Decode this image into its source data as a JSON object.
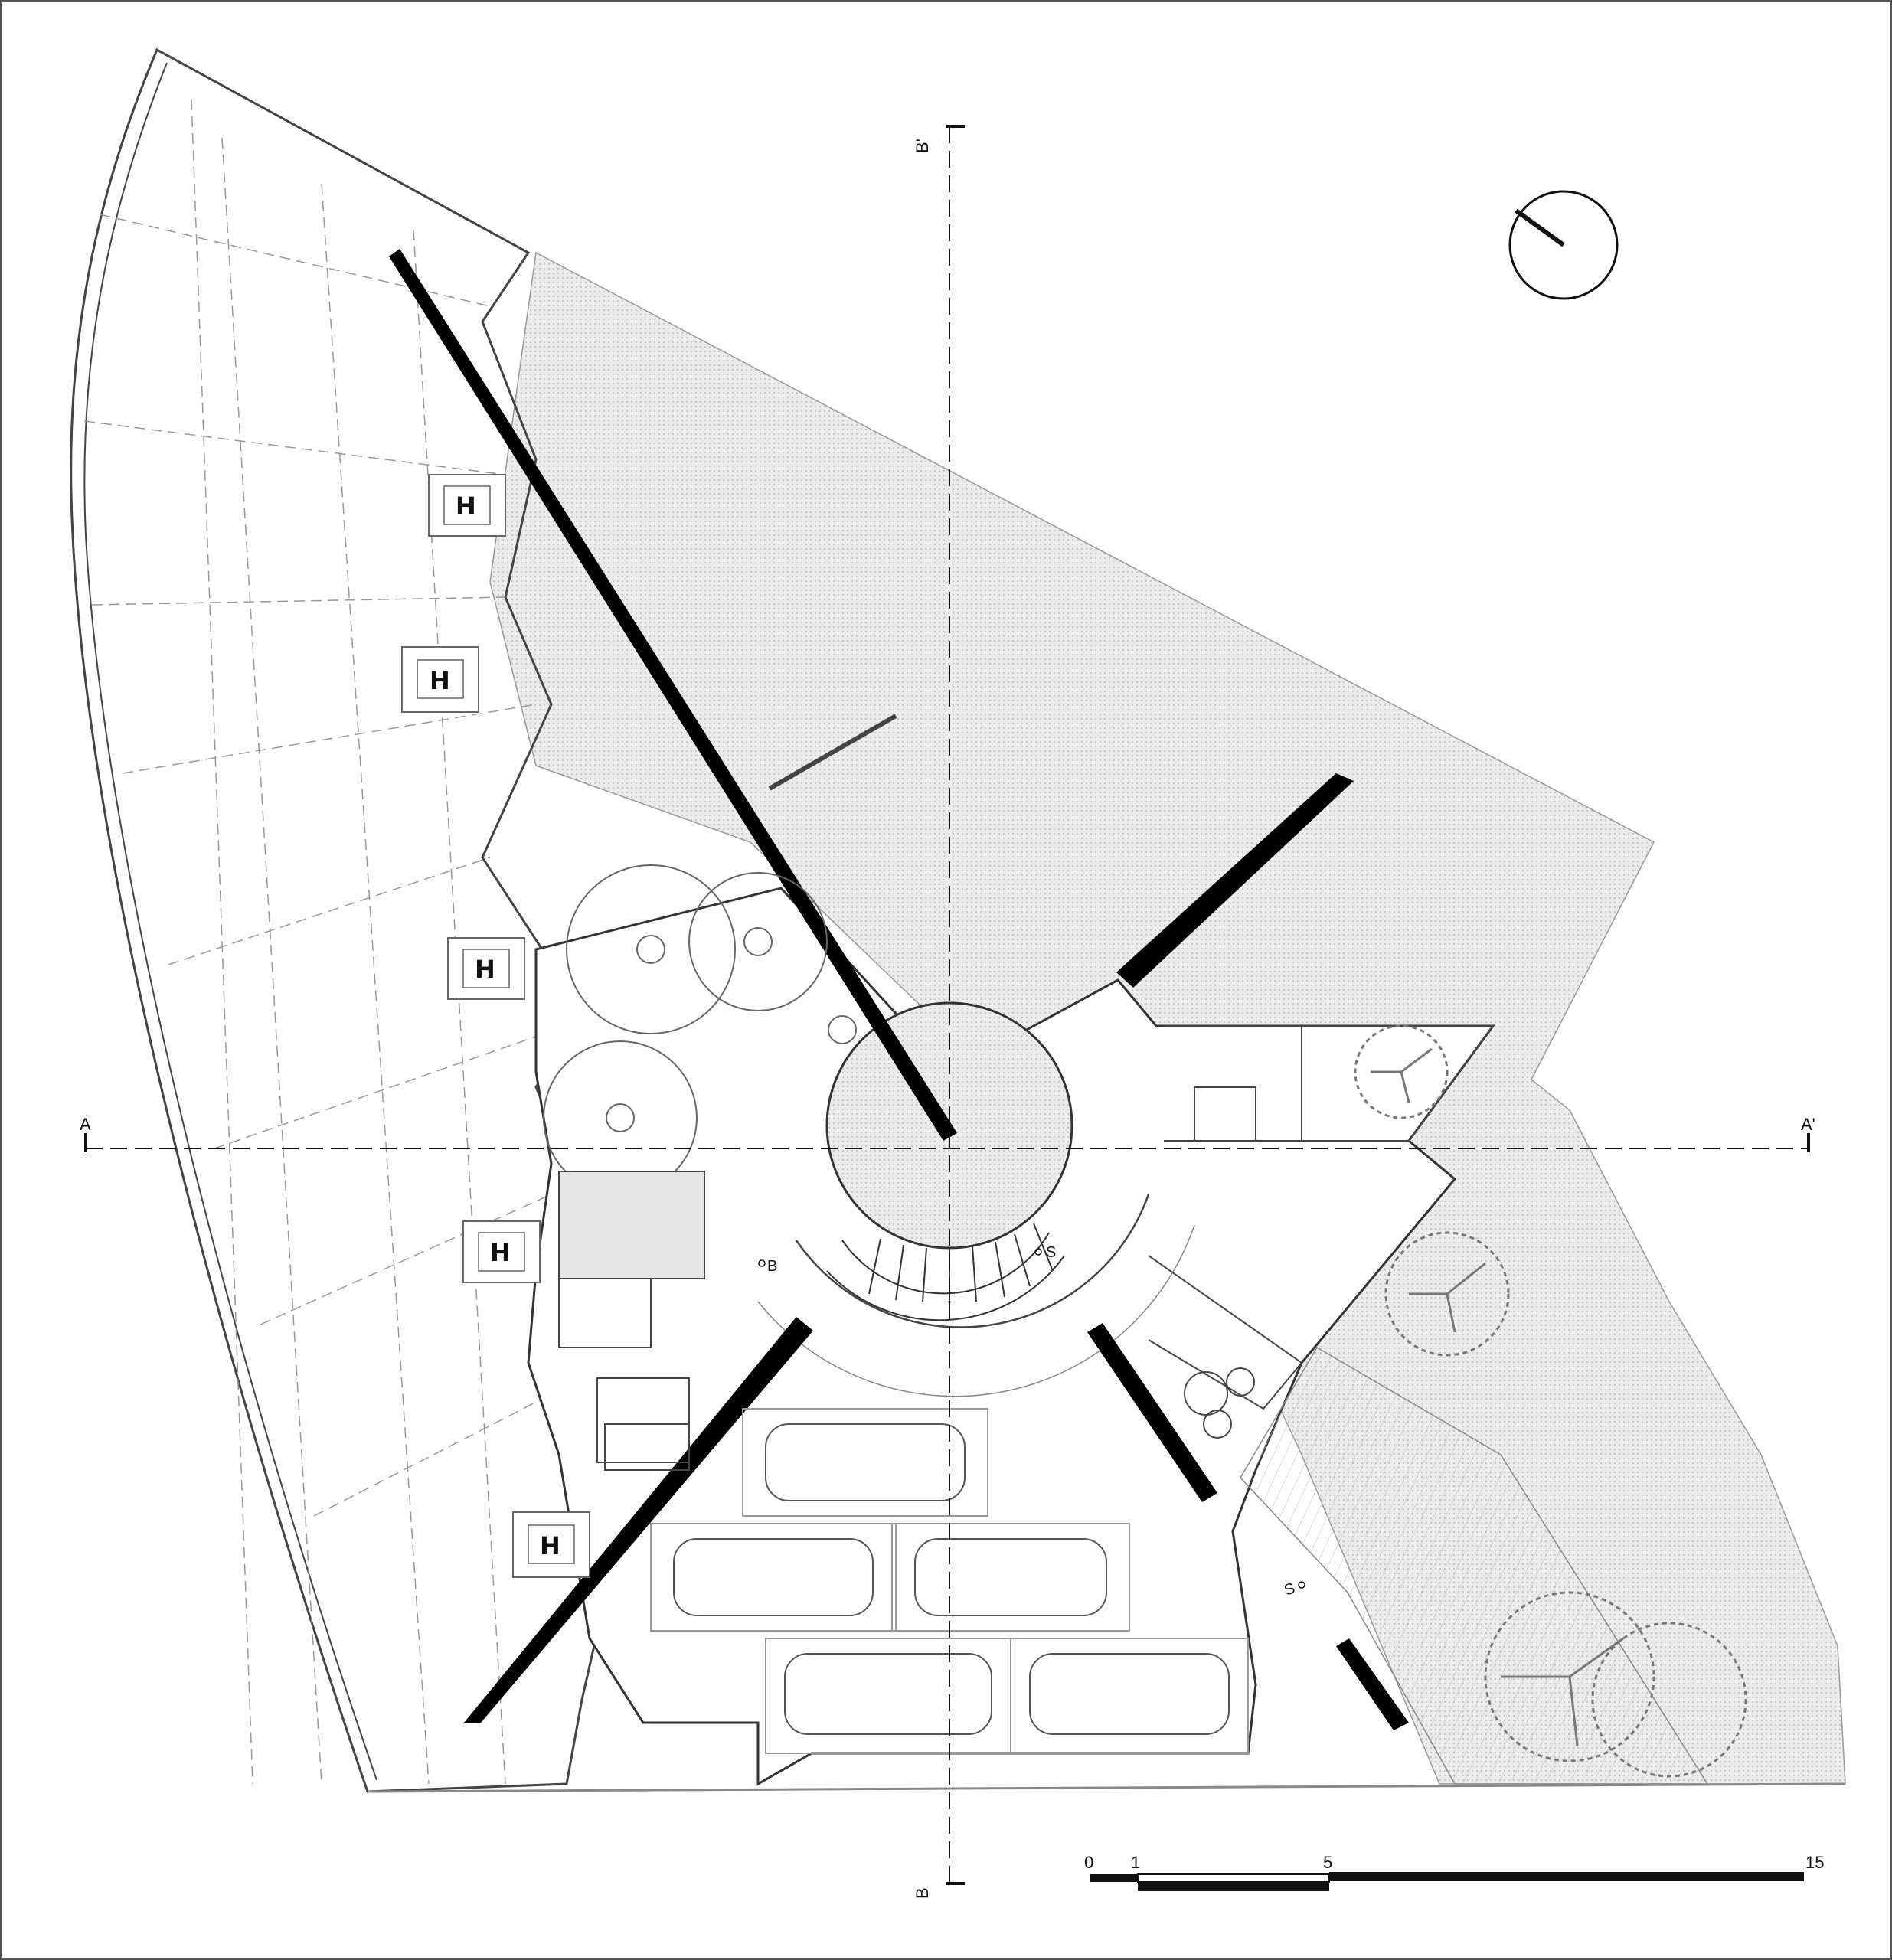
{
  "sections": {
    "a_start": "A",
    "a_end": "A'",
    "b_start": "B",
    "b_end": "B'"
  },
  "hydrant_marks": [
    "H",
    "H",
    "H",
    "H",
    "H"
  ],
  "stair_marks": {
    "main_stair": "S",
    "ramp": "S",
    "service_stair": "B"
  },
  "scale_bar": {
    "ticks": [
      "0",
      "1",
      "5",
      "15"
    ]
  },
  "colors": {
    "ink": "#111111",
    "wall": "#000000",
    "pattern": "#d9d9d9",
    "line": "#555555"
  }
}
